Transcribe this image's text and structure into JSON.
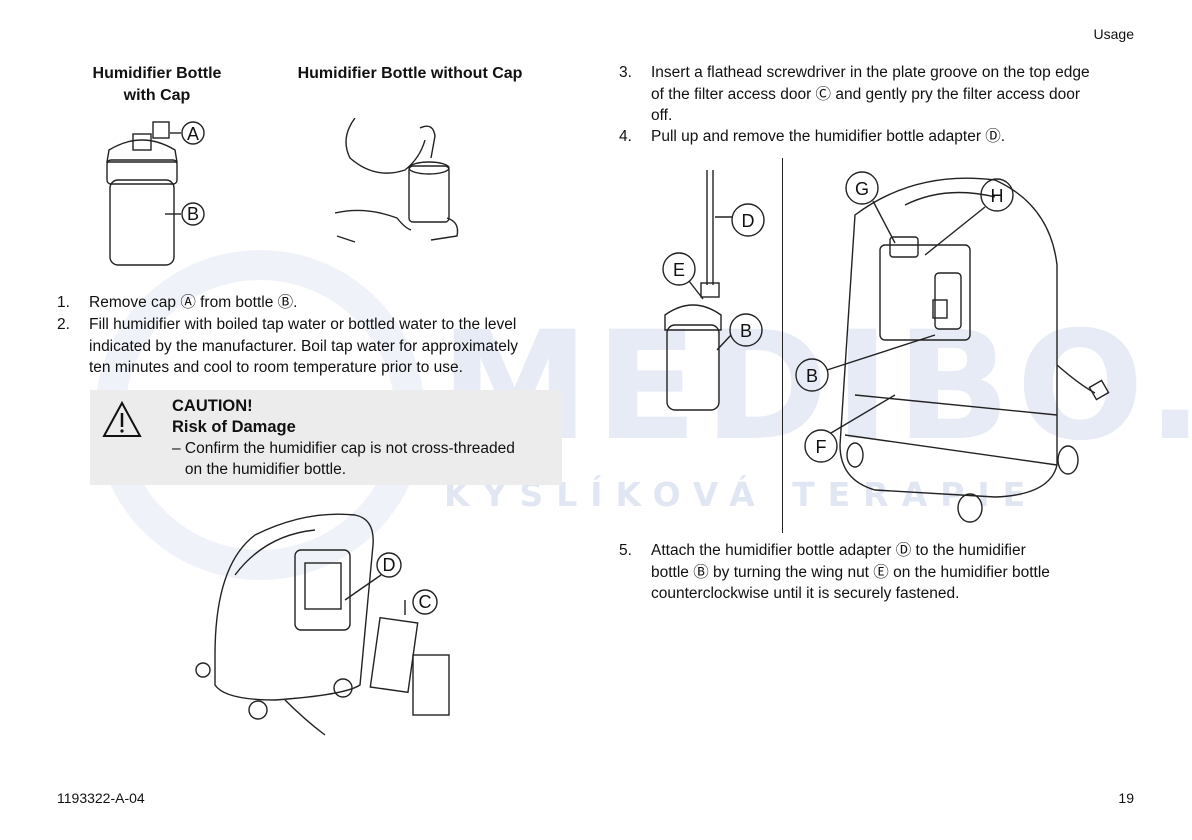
{
  "header": {
    "section": "Usage"
  },
  "figures": {
    "with_cap_title_line1": "Humidifier Bottle",
    "with_cap_title_line2": "with Cap",
    "without_cap_title": "Humidifier Bottle without Cap",
    "labels": {
      "A": "A",
      "B": "B",
      "C": "C",
      "D": "D",
      "E": "E",
      "F": "F",
      "G": "G",
      "H": "H"
    }
  },
  "steps_left": [
    {
      "num": "1.",
      "lines": [
        "Remove cap Ⓐ from bottle Ⓑ."
      ]
    },
    {
      "num": "2.",
      "lines": [
        "Fill humidifier with boiled tap water or bottled water to the level",
        "indicated by the manufacturer.  Boil tap water for approximately",
        "ten minutes and cool to room temperature prior to use."
      ]
    }
  ],
  "caution": {
    "title": "CAUTION!",
    "subtitle": "Risk of Damage",
    "line1": "– Confirm the humidifier cap is not cross-threaded",
    "line2": "   on the humidifier bottle."
  },
  "steps_right": [
    {
      "num": "3.",
      "lines": [
        "Insert a flathead screwdriver in the plate groove on the top edge",
        "of the filter access door Ⓒ and gently pry the filter access door",
        "off."
      ]
    },
    {
      "num": "4.",
      "lines": [
        "Pull up and remove the humidifier bottle adapter Ⓓ."
      ]
    },
    {
      "num": "5.",
      "lines": [
        "Attach the humidifier bottle adapter Ⓓ to the humidifier",
        "bottle Ⓑ by turning the wing nut Ⓔ on the humidifier bottle",
        "counterclockwise until it is securely fastened."
      ]
    }
  ],
  "watermark": {
    "main": "MEDIBO.CZ",
    "sub": "KYSLÍKOVÁ TERAPIE"
  },
  "footer": {
    "doc_number": "1193322-A-04",
    "page": "19"
  }
}
